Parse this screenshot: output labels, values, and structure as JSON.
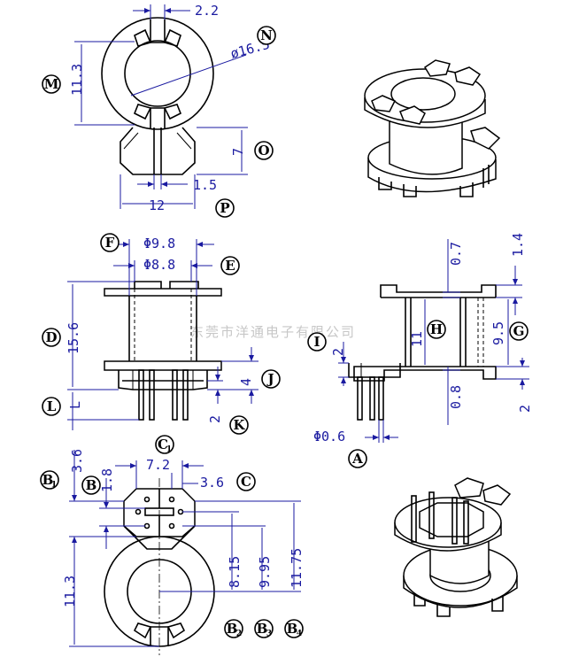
{
  "watermark": "东莞市洋通电子有限公司",
  "top_view": {
    "slot_width": "2.2",
    "outer_diameter": "ø16.5",
    "height_m": "11.3",
    "height_o": "7",
    "pin_gap": "1.5",
    "base_width": "12",
    "tags": {
      "n": "N",
      "m": "M",
      "o": "O",
      "p": "P"
    }
  },
  "front_view": {
    "dia_f": "Φ9.8",
    "dia_e": "Φ8.8",
    "height_d": "15.6",
    "dim_l": "L",
    "dim_j": "4",
    "dim_k": "2",
    "tags": {
      "f": "F",
      "e": "E",
      "d": "D",
      "l": "L",
      "j": "J",
      "k": "K"
    }
  },
  "section_view": {
    "flange_gap": "0.7",
    "flange_top": "1.4",
    "dim_i": "2",
    "inner_h": "11",
    "dim_g": "9.5",
    "wall": "0.8",
    "dim_2": "2",
    "pin_dia": "Φ0.6",
    "tags": {
      "i": "I",
      "h": "H",
      "g": "G",
      "a": "A"
    }
  },
  "bottom_view": {
    "dim_c1": "7.2",
    "dim_c": "3.6",
    "dim_b1": "3.6",
    "dim_b": "1.8",
    "dim_b2": "8.15",
    "dim_b3": "9.95",
    "dim_b4": "11.75",
    "dim_113": "11.3",
    "tags": {
      "c1": "C",
      "c1_sub": "1",
      "c": "C",
      "b1": "B",
      "b1_sub": "1",
      "b": "B",
      "b2": "B",
      "b2_sub": "2",
      "b3": "B",
      "b3_sub": "3",
      "b4": "B",
      "b4_sub": "4"
    }
  }
}
